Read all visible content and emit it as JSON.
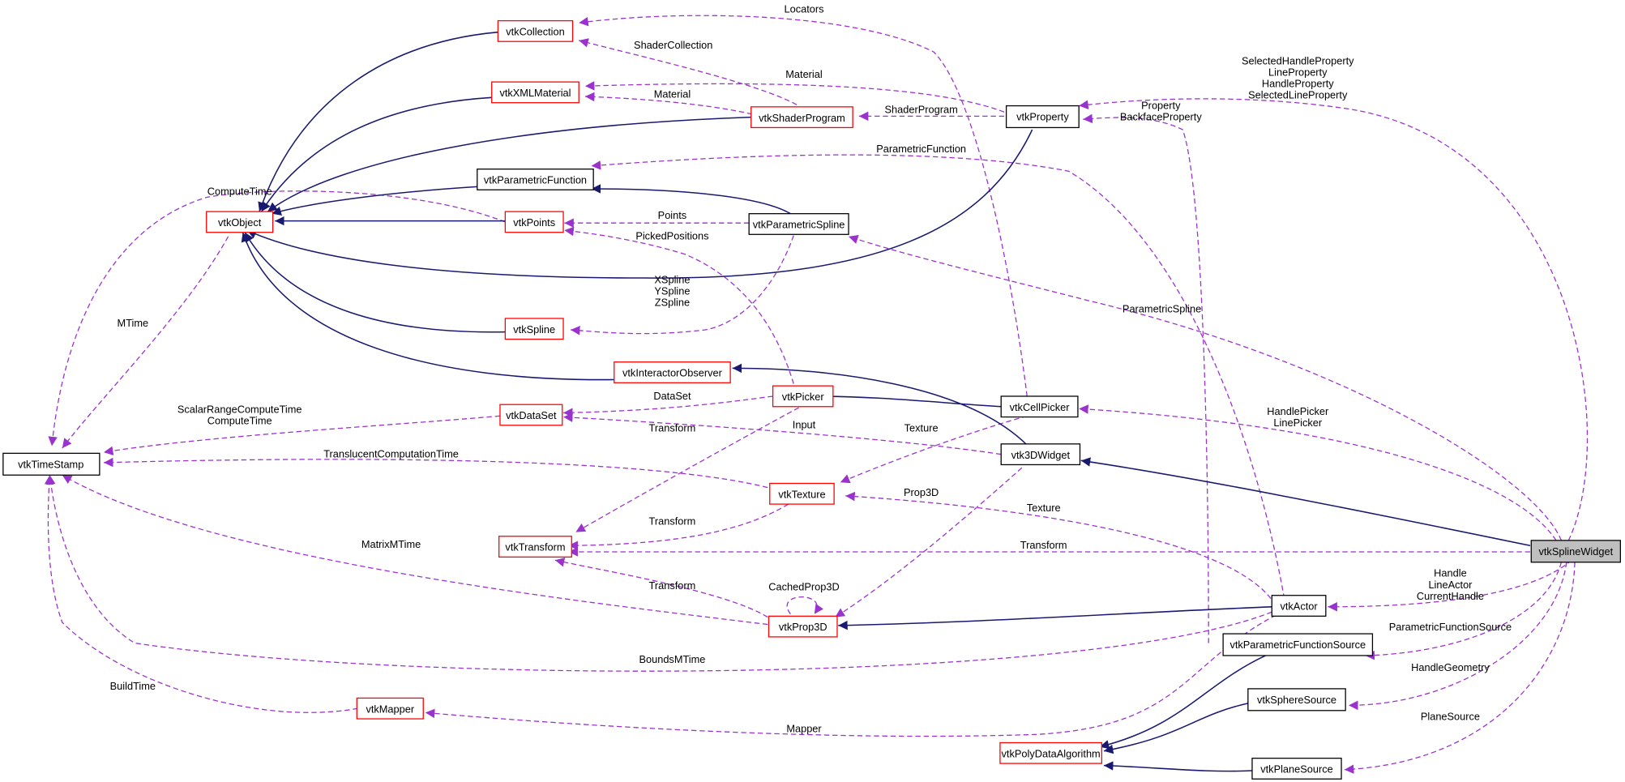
{
  "colors": {
    "node_border_documented": "#ff0000",
    "node_border_plain": "#000000",
    "focus_fill": "#bfbfbf",
    "inherit_edge": "#191970",
    "usage_edge": "#9a32cd"
  },
  "nodes": {
    "vtkCollection": "vtkCollection",
    "vtkXMLMaterial": "vtkXMLMaterial",
    "vtkShaderProgram": "vtkShaderProgram",
    "vtkProperty": "vtkProperty",
    "vtkParametricFunction": "vtkParametricFunction",
    "vtkObject": "vtkObject",
    "vtkPoints": "vtkPoints",
    "vtkParametricSpline": "vtkParametricSpline",
    "vtkSpline": "vtkSpline",
    "vtkInteractorObserver": "vtkInteractorObserver",
    "vtkDataSet": "vtkDataSet",
    "vtkPicker": "vtkPicker",
    "vtkCellPicker": "vtkCellPicker",
    "vtk3DWidget": "vtk3DWidget",
    "vtkTimeStamp": "vtkTimeStamp",
    "vtkTexture": "vtkTexture",
    "vtkTransform": "vtkTransform",
    "vtkSplineWidget": "vtkSplineWidget",
    "vtkActor": "vtkActor",
    "vtkProp3D": "vtkProp3D",
    "vtkParametricFunctionSource": "vtkParametricFunctionSource",
    "vtkSphereSource": "vtkSphereSource",
    "vtkMapper": "vtkMapper",
    "vtkPolyDataAlgorithm": "vtkPolyDataAlgorithm",
    "vtkPlaneSource": "vtkPlaneSource"
  },
  "labels": {
    "locators": "Locators",
    "shader_collection": "ShaderCollection",
    "material_top": "Material",
    "material_mid": "Material",
    "shader_program": "ShaderProgram",
    "selected_handle_property": "SelectedHandleProperty",
    "line_property": "LineProperty",
    "handle_property": "HandleProperty",
    "selected_line_property": "SelectedLineProperty",
    "property": "Property",
    "backface_property": "BackfaceProperty",
    "parametric_function": "ParametricFunction",
    "compute_time": "ComputeTime",
    "points": "Points",
    "picked_positions": "PickedPositions",
    "xspline": "XSpline",
    "yspline": "YSpline",
    "zspline": "ZSpline",
    "parametric_spline": "ParametricSpline",
    "mtime": "MTime",
    "scalar_range_compute_time": "ScalarRangeComputeTime",
    "compute_time_2": "ComputeTime",
    "dataset": "DataSet",
    "transform_picker": "Transform",
    "input": "Input",
    "texture_cellpicker": "Texture",
    "handle_picker": "HandlePicker",
    "line_picker": "LinePicker",
    "translucent_computation_time": "TranslucentComputationTime",
    "prop3d": "Prop3D",
    "texture_actor": "Texture",
    "matrix_mtime": "MatrixMTime",
    "transform_texture": "Transform",
    "transform_widget": "Transform",
    "transform_prop3d": "Transform",
    "cached_prop3d": "CachedProp3D",
    "handle": "Handle",
    "line_actor": "LineActor",
    "current_handle": "CurrentHandle",
    "parametric_function_source": "ParametricFunctionSource",
    "bounds_mtime": "BoundsMTime",
    "build_time": "BuildTime",
    "handle_geometry": "HandleGeometry",
    "mapper": "Mapper",
    "plane_source": "PlaneSource"
  }
}
